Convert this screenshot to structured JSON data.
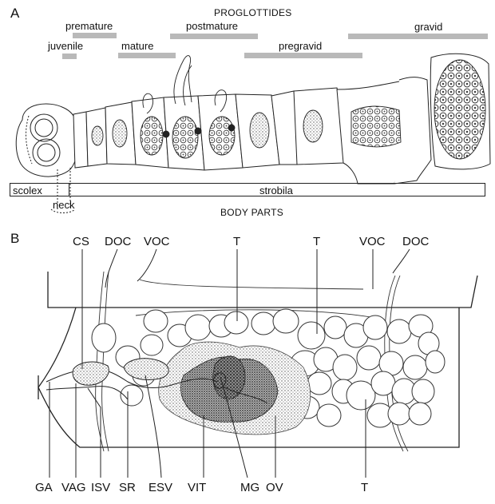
{
  "panel_a": {
    "letter": "A",
    "header": "PROGLOTTIDES",
    "stages": {
      "premature": "premature",
      "juvenile": "juvenile",
      "mature": "mature",
      "postmature": "postmature",
      "pregravid": "pregravid",
      "gravid": "gravid"
    },
    "body_parts": {
      "scolex": "scolex",
      "neck": "neck",
      "strobila": "strobila",
      "footer": "BODY PARTS"
    }
  },
  "panel_b": {
    "letter": "B",
    "top_labels": {
      "cs": "CS",
      "doc_left": "DOC",
      "voc_left": "VOC",
      "t_1": "T",
      "t_2": "T",
      "voc_right": "VOC",
      "doc_right": "DOC"
    },
    "bottom_labels": {
      "ga": "GA",
      "vag": "VAG",
      "isv": "ISV",
      "sr": "SR",
      "esv": "ESV",
      "vit": "VIT",
      "mg": "MG",
      "ov": "OV",
      "t_3": "T"
    }
  }
}
